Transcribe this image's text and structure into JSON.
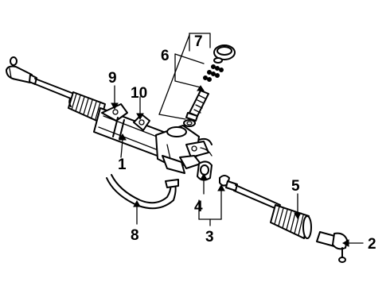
{
  "callouts": [
    {
      "id": "1",
      "label": "1"
    },
    {
      "id": "2",
      "label": "2"
    },
    {
      "id": "3",
      "label": "3"
    },
    {
      "id": "4",
      "label": "4"
    },
    {
      "id": "5",
      "label": "5"
    },
    {
      "id": "6",
      "label": "6"
    },
    {
      "id": "7",
      "label": "7"
    },
    {
      "id": "8",
      "label": "8"
    },
    {
      "id": "9",
      "label": "9"
    },
    {
      "id": "10",
      "label": "10"
    }
  ],
  "colors": {
    "ink": "#000000",
    "background": "#ffffff"
  }
}
